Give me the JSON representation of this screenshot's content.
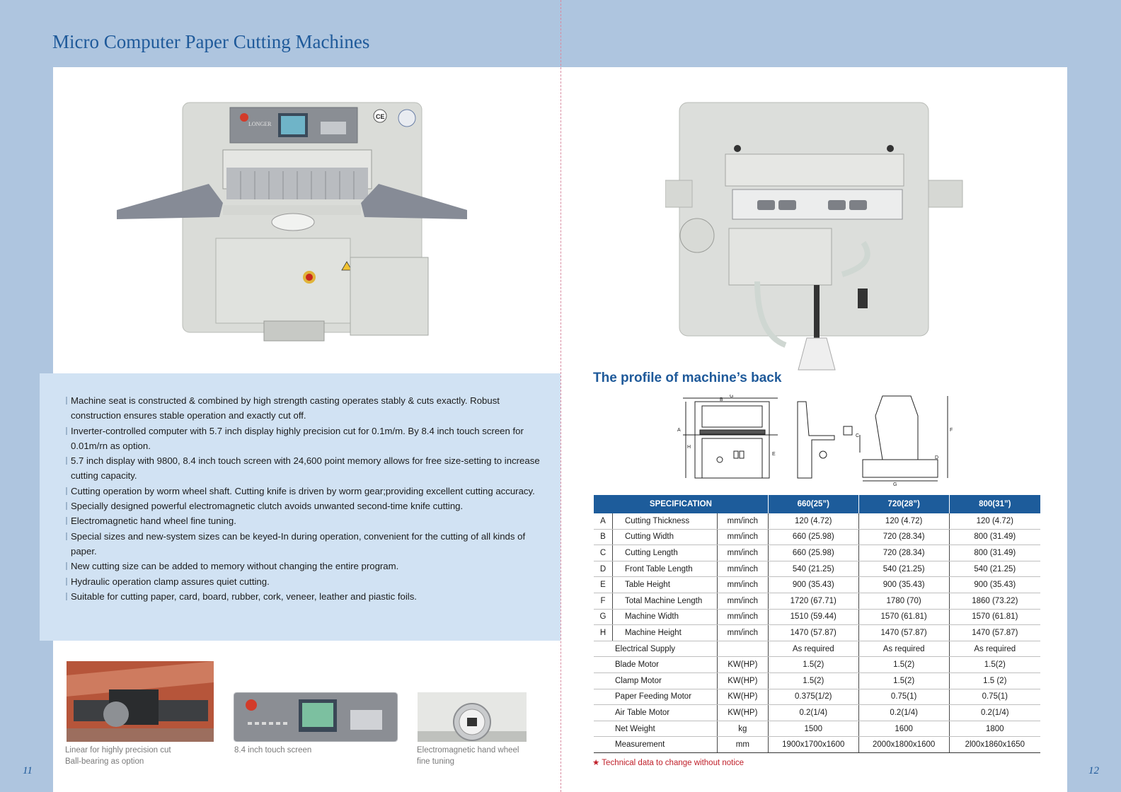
{
  "title": "Micro Computer Paper Cutting Machines",
  "features": [
    "Machine seat is constructed & combined by high strength casting operates stably & cuts exactly. Robust construction ensures stable operation and exactly cut off.",
    "Inverter-controlled computer with 5.7 inch display highly precision cut for 0.1m/m. By 8.4 inch touch screen for 0.01m/rn as option.",
    "5.7 inch display with 9800, 8.4 inch touch screen with 24,600 point memory allows for free size-setting to increase cutting capacity.",
    "Cutting operation by worm wheel shaft. Cutting knife is driven by worm gear;providing excellent cutting accuracy.",
    "Specially designed powerful electromagnetic clutch avoids unwanted second-time knife cutting.",
    "Electromagnetic hand wheel fine tuning.",
    "Special sizes and new-system sizes can be keyed-In during operation, convenient for the cutting of all kinds of paper.",
    "New cutting size can be added to memory without changing the entire program.",
    "Hydraulic operation clamp assures quiet cutting.",
    "Suitable for cutting paper, card, board, rubber, cork, veneer, leather and piastic foils."
  ],
  "thumbnails": {
    "linear": {
      "line1": "Linear for highly precision cut",
      "line2": "Ball-bearing as option"
    },
    "screen": {
      "line1": "8.4 inch touch screen"
    },
    "wheel": {
      "line1": "Electromagnetic hand wheel",
      "line2": "fine tuning"
    }
  },
  "machine_labels": {
    "brand": "LONGER",
    "ce_mark": "CE"
  },
  "page_numbers": {
    "left": "11",
    "right": "12"
  },
  "profile_title": "The profile of machine’s back",
  "drawing_labels": {
    "g": "G",
    "b": "B",
    "a": "A",
    "h": "H",
    "e": "E",
    "c": "C",
    "f": "F",
    "d": "D"
  },
  "spec_table": {
    "headers": [
      "SPECIFICATION",
      "660(25”)",
      "720(28”)",
      "800(31”)"
    ],
    "rows": [
      [
        "A",
        "Cutting Thickness",
        "mm/inch",
        "120 (4.72)",
        "120 (4.72)",
        "120 (4.72)"
      ],
      [
        "B",
        "Cutting Width",
        "mm/inch",
        "660 (25.98)",
        "720 (28.34)",
        "800 (31.49)"
      ],
      [
        "C",
        "Cutting Length",
        "mm/inch",
        "660 (25.98)",
        "720 (28.34)",
        "800 (31.49)"
      ],
      [
        "D",
        "Front Table Length",
        "mm/inch",
        "540 (21.25)",
        "540 (21.25)",
        "540 (21.25)"
      ],
      [
        "E",
        "Table Height",
        "mm/inch",
        "900 (35.43)",
        "900 (35.43)",
        "900 (35.43)"
      ],
      [
        "F",
        "Total Machine Length",
        "mm/inch",
        "1720 (67.71)",
        "1780 (70)",
        "1860 (73.22)"
      ],
      [
        "G",
        "Machine Width",
        "mm/inch",
        "1510 (59.44)",
        "1570 (61.81)",
        "1570 (61.81)"
      ],
      [
        "H",
        "Machine Height",
        "mm/inch",
        "1470 (57.87)",
        "1470 (57.87)",
        "1470 (57.87)"
      ],
      [
        "",
        "Electrical Supply",
        "",
        "As required",
        "As required",
        "As required"
      ],
      [
        "",
        "Blade Motor",
        "KW(HP)",
        "1.5(2)",
        "1.5(2)",
        "1.5(2)"
      ],
      [
        "",
        "Clamp Motor",
        "KW(HP)",
        "1.5(2)",
        "1.5(2)",
        "1.5 (2)"
      ],
      [
        "",
        "Paper Feeding Motor",
        "KW(HP)",
        "0.375(1/2)",
        "0.75(1)",
        "0.75(1)"
      ],
      [
        "",
        "Air Table Motor",
        "KW(HP)",
        "0.2(1/4)",
        "0.2(1/4)",
        "0.2(1/4)"
      ],
      [
        "",
        "Net Weight",
        "kg",
        "1500",
        "1600",
        "1800"
      ],
      [
        "",
        "Measurement",
        "mm",
        "1900x1700x1600",
        "2000x1800x1600",
        "2l00x1860x1650"
      ]
    ]
  },
  "note": "★ Technical data to change without notice",
  "colors": {
    "background": "#aec5df",
    "title_blue": "#1f5a9a",
    "panel_blue": "#d1e2f3",
    "table_header": "#1d5c9b",
    "note_red": "#c0202a"
  }
}
